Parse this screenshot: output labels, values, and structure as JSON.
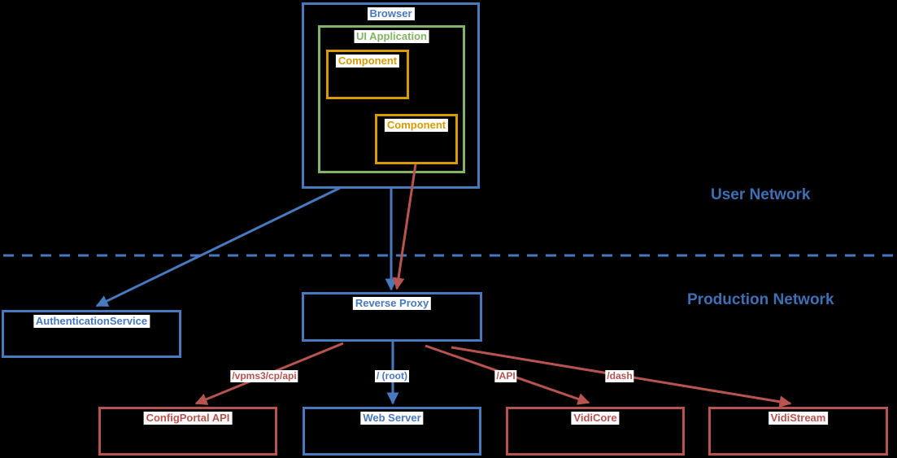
{
  "diagram": {
    "zones": {
      "user_network": "User Network",
      "production_network": "Production Network"
    },
    "nodes": {
      "browser": "Browser",
      "ui_application": "UI Application",
      "component_1": "Component",
      "component_2": "Component",
      "authentication_service": "AuthenticationService",
      "reverse_proxy": "Reverse Proxy",
      "config_portal_api": "ConfigPortal API",
      "web_server": "Web Server",
      "vidicore": "VidiCore",
      "vidistream": "VidiStream"
    },
    "edge_labels": {
      "config_portal_route": "/vpms3/cp/api",
      "root_route": "/ (root)",
      "api_route": "/API",
      "dash_route": "/dash"
    },
    "colors": {
      "blue": "#4878BE",
      "red": "#B85450",
      "green": "#82B366",
      "orange": "#D79B00",
      "zone_text_blue": "#3E6FB4",
      "label_background": "#FFFFFF",
      "background": "#000000"
    }
  }
}
